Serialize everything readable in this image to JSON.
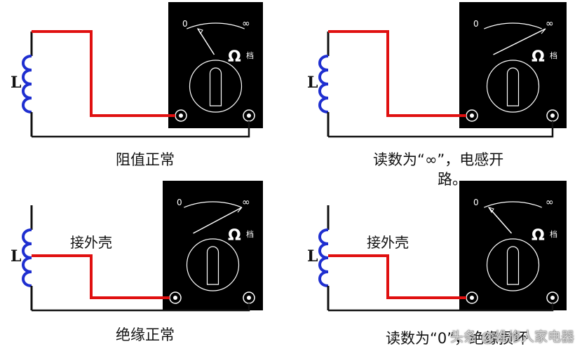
{
  "panels": [
    {
      "id": "p1",
      "caption": "阻值正常",
      "inductor_label": "L",
      "scale_zero": "0",
      "scale_inf": "∞",
      "ohm_symbol": "Ω",
      "range_label": "档",
      "case_label": "",
      "needle_reading": "0"
    },
    {
      "id": "p2",
      "caption": "读数为“∞”，电感开",
      "caption_line2": "路。",
      "inductor_label": "L",
      "scale_zero": "0",
      "scale_inf": "∞",
      "ohm_symbol": "Ω",
      "range_label": "档",
      "case_label": "",
      "needle_reading": "∞"
    },
    {
      "id": "p3",
      "caption": "绝缘正常",
      "inductor_label": "L",
      "scale_zero": "0",
      "scale_inf": "∞",
      "ohm_symbol": "Ω",
      "range_label": "档",
      "case_label": "接外壳",
      "needle_reading": "∞"
    },
    {
      "id": "p4",
      "caption": "读数为“0”，绝缘损坏",
      "inductor_label": "L",
      "scale_zero": "0",
      "scale_inf": "∞",
      "ohm_symbol": "Ω",
      "range_label": "档",
      "case_label": "接外壳",
      "needle_reading": "0"
    }
  ],
  "watermark": "头条 @维修人家电器",
  "colors": {
    "probe_red": "#e01010",
    "wire_black": "#111111",
    "coil_blue": "#1f2fd0",
    "meter_body": "#000000",
    "meter_line": "#ffffff"
  }
}
